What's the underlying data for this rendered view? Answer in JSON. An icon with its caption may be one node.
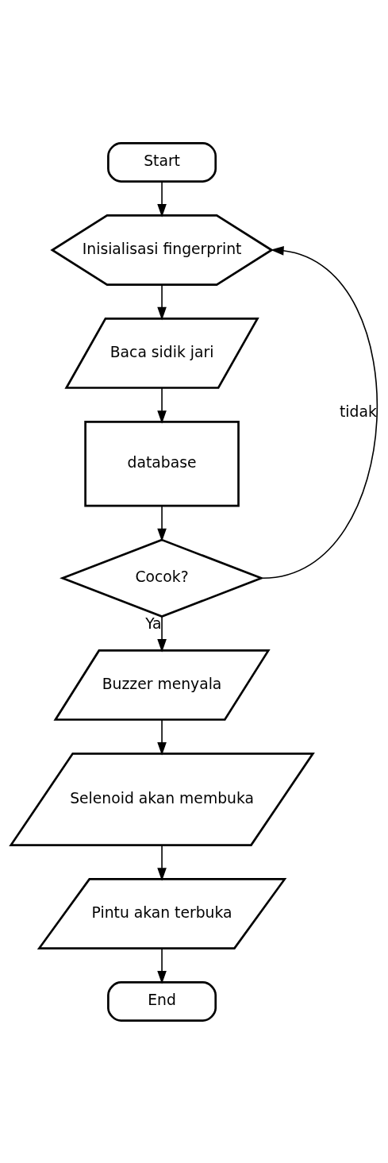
{
  "diagram": {
    "nodes": [
      {
        "text": [
          "Start"
        ]
      },
      {
        "text": [
          "Inisialisasi fingerprint"
        ]
      },
      {
        "text": [
          "Baca sidik jari"
        ]
      },
      {
        "text": [
          "database"
        ]
      },
      {
        "text": [
          "Cocok?"
        ]
      },
      {
        "text": [
          "Buzzer menyala"
        ]
      },
      {
        "text": [
          "Selenoid akan membuka"
        ]
      },
      {
        "text": [
          "Pintu akan terbuka"
        ]
      },
      {
        "text": [
          "End"
        ]
      }
    ],
    "edges": [
      {
        "from": 0,
        "to": 1,
        "arrow": "to"
      },
      {
        "from": 1,
        "to": 2,
        "arrow": "to"
      },
      {
        "from": 2,
        "to": 3,
        "arrow": "to"
      },
      {
        "from": 3,
        "to": 4,
        "arrow": "to"
      },
      {
        "from": 4,
        "to": 5,
        "arrow": "to",
        "label": "Ya"
      },
      {
        "from": 5,
        "to": 6,
        "arrow": "to"
      },
      {
        "from": 6,
        "to": 7,
        "arrow": "to"
      },
      {
        "from": 7,
        "to": 8,
        "arrow": "to"
      },
      {
        "from": 4,
        "to": 1,
        "arrow": "to",
        "label": "tidak"
      }
    ]
  }
}
